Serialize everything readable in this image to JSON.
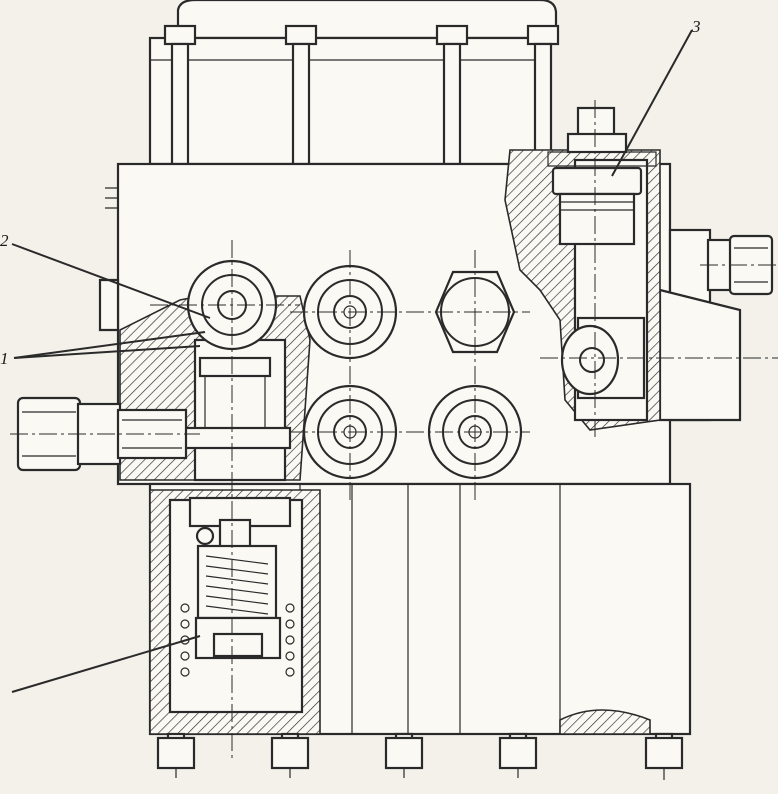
{
  "figure": {
    "callouts": [
      {
        "id": "2",
        "text": "2"
      },
      {
        "id": "3",
        "text": "3"
      },
      {
        "id": "1",
        "text": "1"
      },
      {
        "id": "4",
        "text": ""
      }
    ]
  },
  "colors": {
    "paper": "#f3f1ea",
    "ink": "#2a2a2a"
  }
}
